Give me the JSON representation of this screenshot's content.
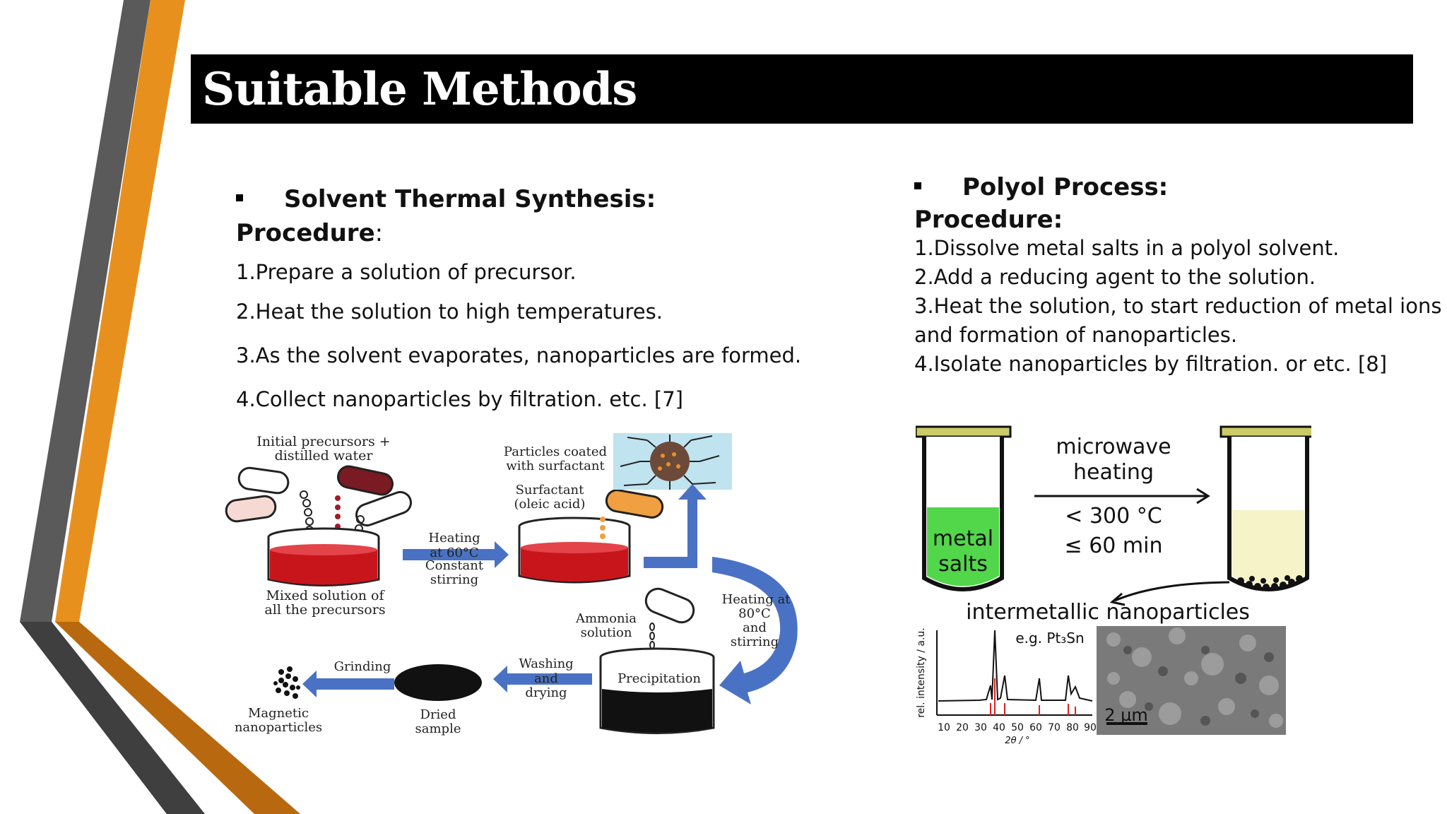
{
  "slide": {
    "title": "Suitable Methods",
    "accent_orange": "#E8901E",
    "accent_gray": "#555555"
  },
  "left": {
    "heading": "Solvent Thermal Synthesis:",
    "procedure_label": "Procedure",
    "procedure_colon": ":",
    "steps": [
      "1.Prepare a solution of precursor.",
      "2.Heat the solution to high temperatures.",
      "3.As the solvent evaporates, nanoparticles are formed.",
      "4.Collect nanoparticles by filtration. etc. [7]"
    ],
    "diagram": {
      "initial_l1": "Initial precursors +",
      "initial_l2": "distilled water",
      "mixed_l1": "Mixed solution of",
      "mixed_l2": "all the precursors",
      "heating1_l1": "Heating",
      "heating1_l2": "at 60°C",
      "heating1_l3": "Constant",
      "heating1_l4": "stirring",
      "coated_l1": "Particles coated",
      "coated_l2": "with surfactant",
      "surf_l1": "Surfactant",
      "surf_l2": "(oleic acid)",
      "heating2_l1": "Heating at",
      "heating2_l2": "80°C",
      "heating2_l3": "and",
      "heating2_l4": "stirring",
      "ammonia_l1": "Ammonia",
      "ammonia_l2": "solution",
      "precipitation": "Precipitation",
      "washing_l1": "Washing",
      "washing_l2": "and",
      "washing_l3": "drying",
      "dried_l1": "Dried",
      "dried_l2": "sample",
      "grinding": "Grinding",
      "magnetic_l1": "Magnetic",
      "magnetic_l2": "nanoparticles"
    }
  },
  "right": {
    "heading": "Polyol Process:",
    "procedure_label": "Procedure:",
    "steps": [
      "1.Dissolve metal salts in a polyol solvent.",
      "2.Add a reducing agent to the solution.",
      "3.Heat the solution, to start reduction of metal ions",
      "and formation of nanoparticles.",
      "4.Isolate nanoparticles by filtration. or etc. [8]"
    ],
    "diagram": {
      "microwave": "microwave",
      "heating": "heating",
      "temp": "< 300 °C",
      "time": "≤ 60 min",
      "metal": "metal",
      "salts": "salts",
      "intermetallic": "intermetallic nanoparticles",
      "example": "e.g. Pt₃Sn",
      "y_label": "rel. intensity / a.u.",
      "x_ticks": [
        "10",
        "20",
        "30",
        "40",
        "50",
        "60",
        "70",
        "80",
        "90"
      ],
      "x_label": "2θ / °",
      "scale_bar": "2 µm"
    }
  }
}
